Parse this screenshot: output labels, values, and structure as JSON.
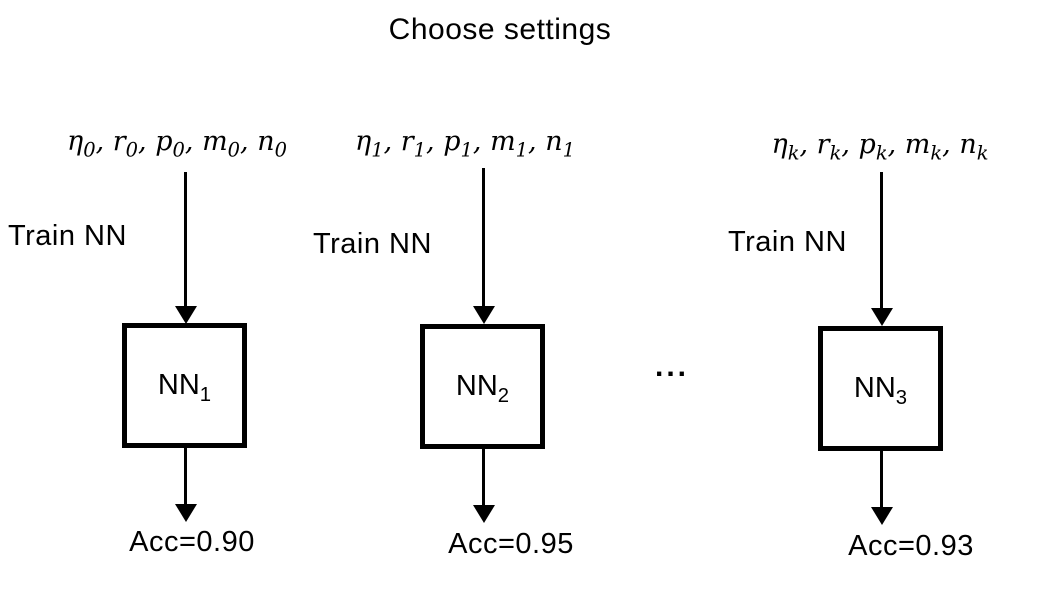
{
  "title": "Choose settings",
  "ellipsis": "...",
  "colors": {
    "ink": "#000000",
    "background": "#ffffff"
  },
  "columns": [
    {
      "params": [
        {
          "b": "η",
          "s": "0",
          "sep": ", "
        },
        {
          "b": "r",
          "s": "0",
          "sep": ", "
        },
        {
          "b": "p",
          "s": "0",
          "sep": ", "
        },
        {
          "b": "m",
          "s": "0",
          "sep": ", "
        },
        {
          "b": "n",
          "s": "0",
          "sep": ""
        }
      ],
      "train_label": "Train NN",
      "box_base": "NN",
      "box_sub": "1",
      "acc": "Acc=0.90"
    },
    {
      "params": [
        {
          "b": "η",
          "s": "1",
          "sep": ", "
        },
        {
          "b": "r",
          "s": "1",
          "sep": ", "
        },
        {
          "b": "p",
          "s": "1",
          "sep": ", "
        },
        {
          "b": "m",
          "s": "1",
          "sep": ", "
        },
        {
          "b": "n",
          "s": "1",
          "sep": ""
        }
      ],
      "train_label": "Train NN",
      "box_base": "NN",
      "box_sub": "2",
      "acc": "Acc=0.95"
    },
    {
      "params": [
        {
          "b": "η",
          "s": "k",
          "sep": ", "
        },
        {
          "b": "r",
          "s": "k",
          "sep": ", "
        },
        {
          "b": "p",
          "s": "k",
          "sep": ", "
        },
        {
          "b": "m",
          "s": "k",
          "sep": ", "
        },
        {
          "b": "n",
          "s": "k",
          "sep": ""
        }
      ],
      "train_label": "Train NN",
      "box_base": "NN",
      "box_sub": "3",
      "acc": "Acc=0.93"
    }
  ]
}
